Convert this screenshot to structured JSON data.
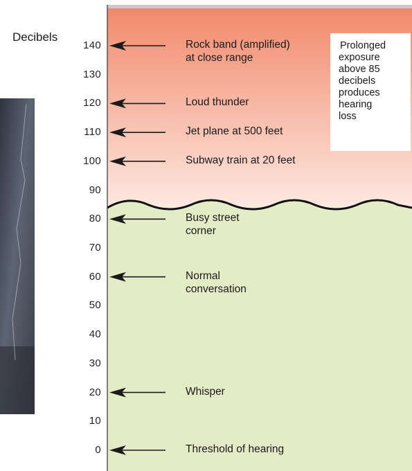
{
  "axis": {
    "title": "Decibels",
    "ticks": [
      "140",
      "130",
      "120",
      "110",
      "100",
      "90",
      "80",
      "70",
      "60",
      "50",
      "40",
      "30",
      "20",
      "10",
      "0"
    ]
  },
  "sources": [
    {
      "db": 140,
      "lines": [
        "Rock band (amplified)",
        "at close range"
      ]
    },
    {
      "db": 120,
      "lines": [
        "Loud thunder"
      ]
    },
    {
      "db": 110,
      "lines": [
        "Jet plane at 500 feet"
      ]
    },
    {
      "db": 100,
      "lines": [
        "Subway train at 20 feet"
      ]
    },
    {
      "db": 80,
      "lines": [
        "Busy street",
        "corner"
      ]
    },
    {
      "db": 60,
      "lines": [
        "Normal",
        "conversation"
      ]
    },
    {
      "db": 20,
      "lines": [
        "Whisper"
      ]
    },
    {
      "db": 0,
      "lines": [
        "Threshold of hearing"
      ]
    }
  ],
  "note": {
    "lines": [
      "Prolonged",
      "exposure",
      "above 85",
      "decibels",
      "produces",
      "hearing",
      "loss"
    ]
  },
  "colors": {
    "danger_top": "#f28a6c",
    "danger_bottom": "#fde9e2",
    "safe": "#e4ecc6",
    "arrow": "#1a1a1a"
  }
}
